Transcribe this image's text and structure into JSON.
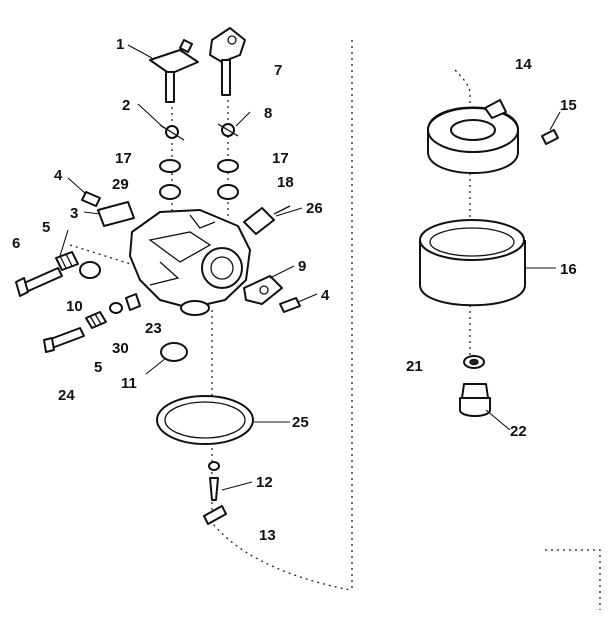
{
  "callouts": {
    "c1": "1",
    "c2": "2",
    "c3": "3",
    "c4a": "4",
    "c4b": "4",
    "c5a": "5",
    "c5b": "5",
    "c6": "6",
    "c7": "7",
    "c8": "8",
    "c9": "9",
    "c10": "10",
    "c11": "11",
    "c12": "12",
    "c13": "13",
    "c14": "14",
    "c15": "15",
    "c16": "16",
    "c17a": "17",
    "c17b": "17",
    "c18": "18",
    "c21": "21",
    "c22": "22",
    "c23": "23",
    "c24": "24",
    "c25": "25",
    "c26": "26",
    "c29": "29",
    "c30": "30"
  }
}
